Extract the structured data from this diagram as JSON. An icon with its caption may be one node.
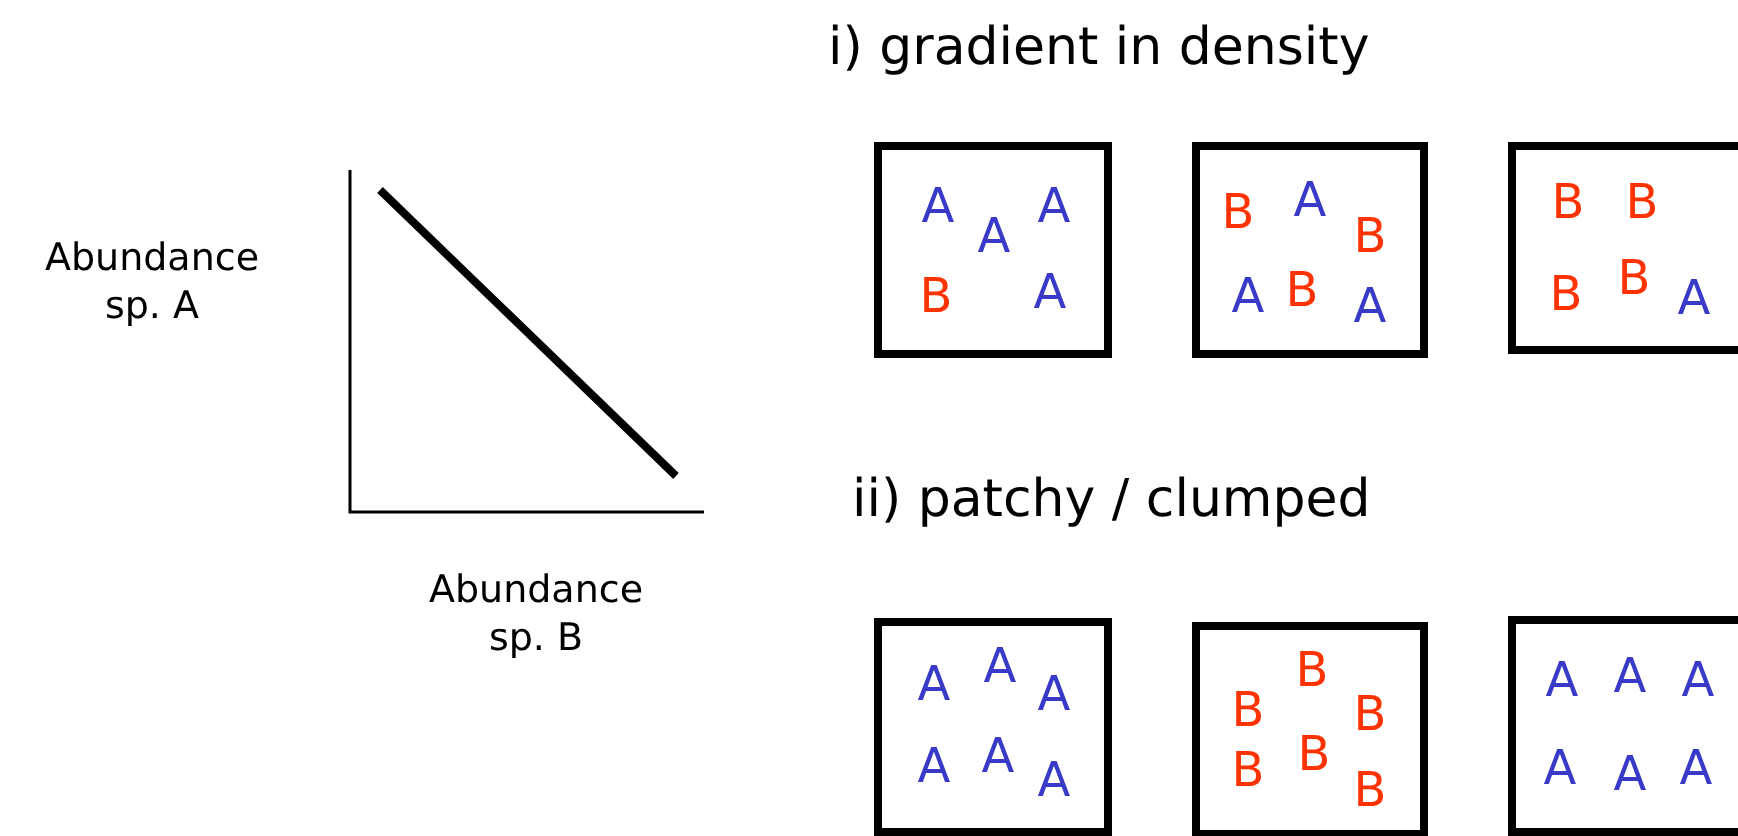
{
  "diagram": {
    "nodes": [
      {
        "text": [
          "A",
          "A",
          "A",
          "B",
          "A"
        ]
      },
      {
        "text": [
          "B",
          "A",
          "B",
          "A",
          "B",
          "A"
        ]
      },
      {
        "text": [
          "B",
          "B",
          "B",
          "B",
          "A"
        ]
      },
      {
        "text": [
          "A",
          "A",
          "A",
          "A",
          "A",
          "A"
        ]
      },
      {
        "text": [
          "B",
          "B",
          "B",
          "B",
          "B",
          "B"
        ]
      },
      {
        "text": [
          "A",
          "A",
          "A",
          "A",
          "A",
          "A"
        ]
      }
    ],
    "labels": [
      "i) gradient in density",
      "Abundance sp. A",
      "Abundance sp. B",
      "ii) patchy / clumped"
    ]
  }
}
